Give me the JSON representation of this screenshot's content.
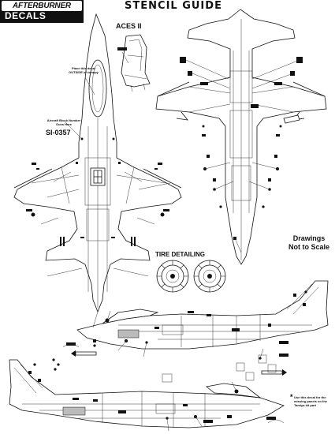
{
  "logo": {
    "line1": "AFTERBURNER",
    "line2": "DECALS"
  },
  "title": "STENCIL GUIDE",
  "ejection_seat": {
    "label": "ACES II"
  },
  "notes": {
    "decal_note": "Place this decal OUTSIDE of canopy",
    "aircraft_block": "Aircraft Block Number Goes Here",
    "serial_number": "SI-0357",
    "scale_note_line1": "Drawings",
    "scale_note_line2": "Not to Scale",
    "tire_detailing": "TIRE DETAILING",
    "tamiya_note": "Use this decal for the missing panels on the Tamiya kit part",
    "tamiya_marker": "*"
  },
  "colors": {
    "ink": "#111111",
    "paper": "#ffffff"
  }
}
